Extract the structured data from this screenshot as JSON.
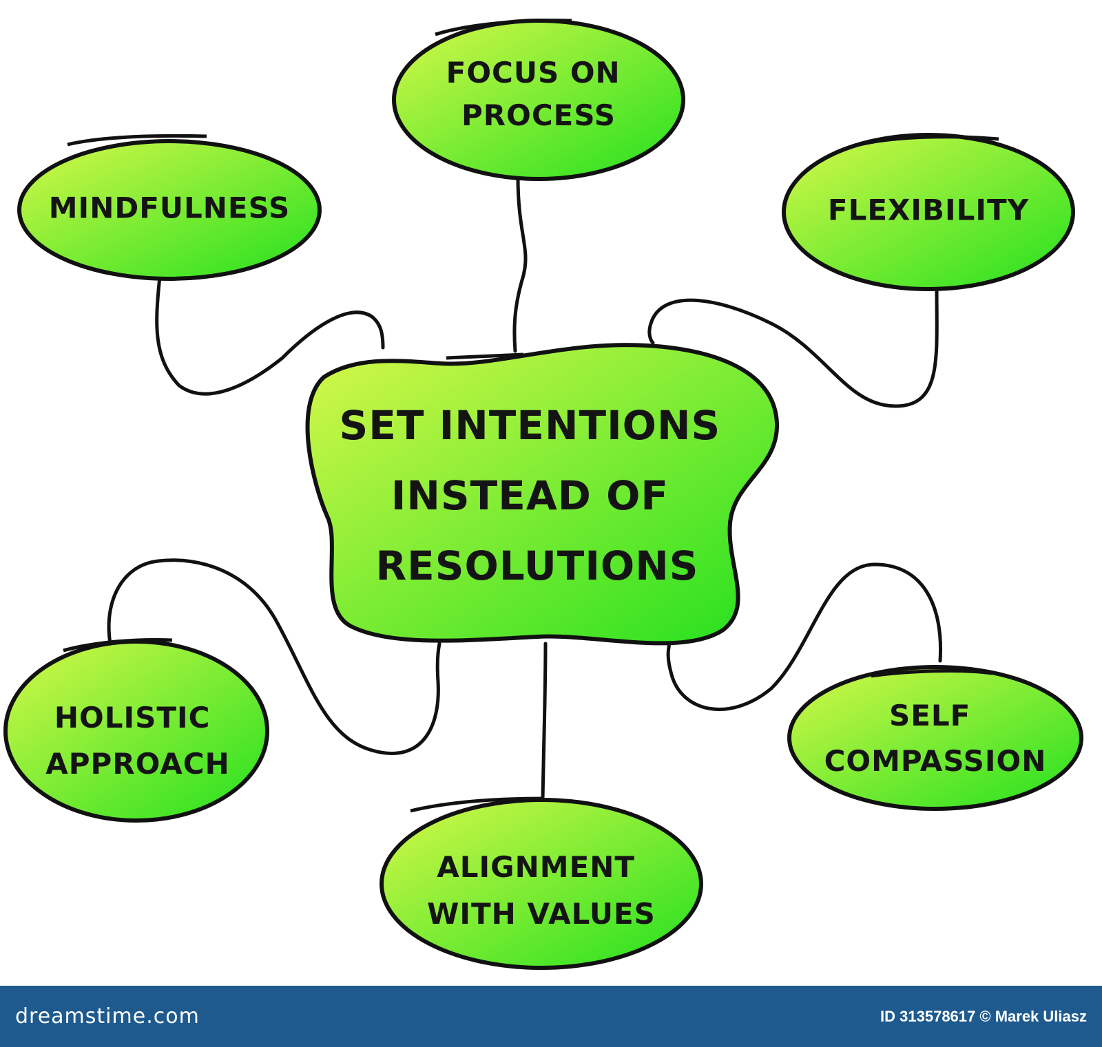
{
  "diagram": {
    "center": {
      "lines": [
        "SET INTENTIONS",
        "INSTEAD OF",
        "RESOLUTIONS"
      ]
    },
    "nodes": [
      {
        "id": "focus-on-process",
        "lines": [
          "FOCUS ON",
          "PROCESS"
        ]
      },
      {
        "id": "mindfulness",
        "lines": [
          "MINDFULNESS"
        ]
      },
      {
        "id": "flexibility",
        "lines": [
          "FLEXIBILITY"
        ]
      },
      {
        "id": "holistic-approach",
        "lines": [
          "HOLISTIC",
          "APPROACH"
        ]
      },
      {
        "id": "self-compassion",
        "lines": [
          "SELF",
          "COMPASSION"
        ]
      },
      {
        "id": "alignment-with-values",
        "lines": [
          "ALIGNMENT",
          "WITH VALUES"
        ]
      }
    ],
    "colors": {
      "fill_light": "#d8f84a",
      "fill_dark": "#22e01e",
      "stroke": "#111111"
    }
  },
  "footer": {
    "brand": "dreamstime.com",
    "credit": "ID 313578617 © Marek Uliasz"
  }
}
